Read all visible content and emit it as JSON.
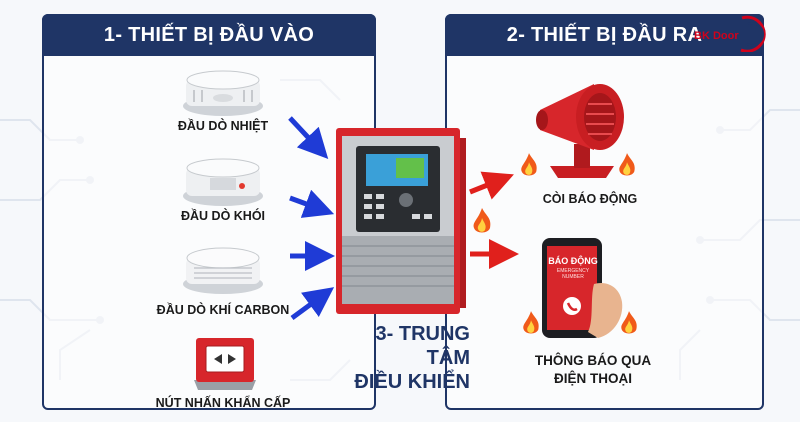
{
  "input_section": {
    "title": "1- THIẾT BỊ ĐẦU VÀO"
  },
  "output_section": {
    "title": "2- THIẾT BỊ ĐẦU RA"
  },
  "inputs": [
    {
      "label": "ĐẦU DÒ NHIỆT",
      "icon": "heat-detector-icon"
    },
    {
      "label": "ĐẦU DÒ KHÓI",
      "icon": "smoke-detector-icon"
    },
    {
      "label": "ĐẦU DÒ KHÍ CARBON",
      "icon": "carbon-detector-icon"
    },
    {
      "label": "NÚT NHẤN KHẨN CẤP",
      "icon": "manual-call-point-icon"
    }
  ],
  "control_center": {
    "line1": "3- TRUNG TÂM",
    "line2": "ĐIỀU KHIỂN"
  },
  "outputs": [
    {
      "label": "CÒI BÁO ĐỘNG",
      "icon": "alarm-siren-icon"
    },
    {
      "label_line1": "THÔNG BÁO QUA",
      "label_line2": "ĐIỆN THOẠI",
      "icon": "phone-alert-icon"
    }
  ],
  "phone_screen": {
    "title": "BÁO ĐỘNG",
    "subtitle": "EMERGENCY NUMBER"
  },
  "brand": {
    "logo_text": "BK Door"
  },
  "colors": {
    "navy": "#1f3566",
    "arrow_blue": "#1f3bd6",
    "arrow_red": "#e0201c",
    "panel_red": "#d7262b"
  }
}
